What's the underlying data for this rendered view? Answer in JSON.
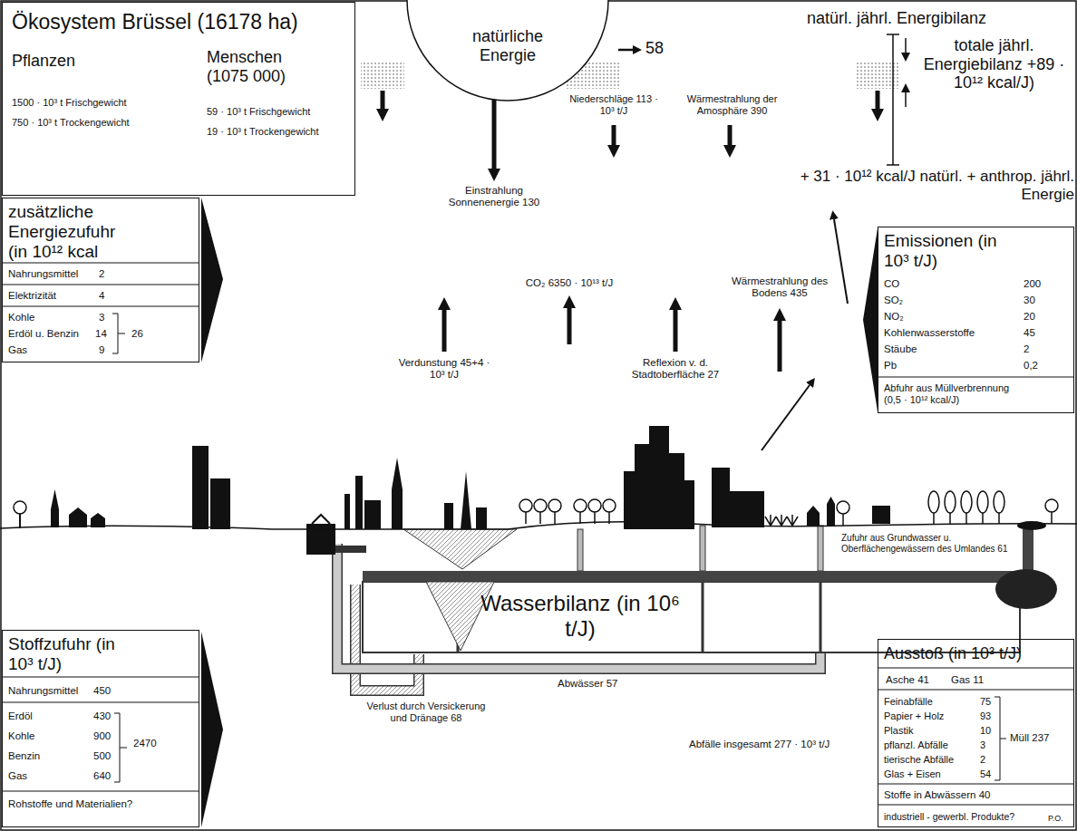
{
  "diagram": {
    "nodes": [
      {
        "text": [
          "Ökosystem Brüssel (16178 ha)",
          "Pflanzen",
          "1500 · 10³ t Frischgewicht",
          "750 · 10³ t Trockengewicht",
          "Menschen (1075 000)",
          "59 · 10³ t Frischgewicht",
          "19 · 10³ t Trockengewicht"
        ]
      },
      {
        "text": [
          "natürliche Energie"
        ]
      },
      {
        "text": [
          "zusätzliche Energiezufuhr (in 10¹² kcal",
          "Nahrungsmittel",
          "2",
          "Elektrizität",
          "4",
          "Kohle",
          "3",
          "Erdöl u. Benzin",
          "14",
          "Gas",
          "9",
          "26"
        ]
      },
      {
        "text": [
          "Emissionen (in 10³ t/J)",
          "CO",
          "200",
          "SO₂",
          "30",
          "NO₂",
          "20",
          "Kohlenwasserstoffe",
          "45",
          "Stäube",
          "2",
          "Pb",
          "0,2",
          "Abfuhr aus Müllverbrennung (0,5 · 10¹² kcal/J)"
        ]
      },
      {
        "text": [
          "Stoffzufuhr (in 10³ t/J)",
          "Nahrungsmittel",
          "450",
          "Erdöl",
          "430",
          "Kohle",
          "900",
          "Benzin",
          "500",
          "Gas",
          "640",
          "2470",
          "Rohstoffe und Materialien?"
        ]
      },
      {
        "text": [
          "Ausstoß (in 10³ t/J)",
          "Asche 41",
          "Gas 11",
          "Feinabfälle",
          "75",
          "Papier + Holz",
          "93",
          "Plastik",
          "10",
          "pflanzl. Abfälle",
          "3",
          "tierische Abfälle",
          "2",
          "Glas + Eisen",
          "54",
          "Müll 237",
          "Stoffe in Abwässern 40",
          "industriell - gewerbl. Produkte?"
        ]
      }
    ],
    "labels": [
      "58",
      "natürl. jährl. Energibilanz",
      "totale jährl. Energiebilanz +89 · 10¹² kcal/J)",
      "+ 31 · 10¹² kcal/J natürl. + anthrop. jährl. Energie",
      "Niederschläge 113 · 10³ t/J",
      "Wärmestrahlung der Amosphäre 390",
      "Einstrahlung Sonnenenergie 130",
      "Verdunstung 45+4 · 10³ t/J",
      "CO₂ 6350 · 10¹³ t/J",
      "Reflexion v. d. Stadtoberfläche 27",
      "Wärmestrahlung des Bodens 435",
      "Wasserbilanz (in 10⁶ t/J)",
      "Zufuhr aus Grundwasser u. Oberflächengewässern des Umlandes 61",
      "Abwässer 57",
      "Verlust durch Versickerung und Dränage 68",
      "Abfälle insgesamt 277 · 10³ t/J",
      "P.O."
    ]
  }
}
